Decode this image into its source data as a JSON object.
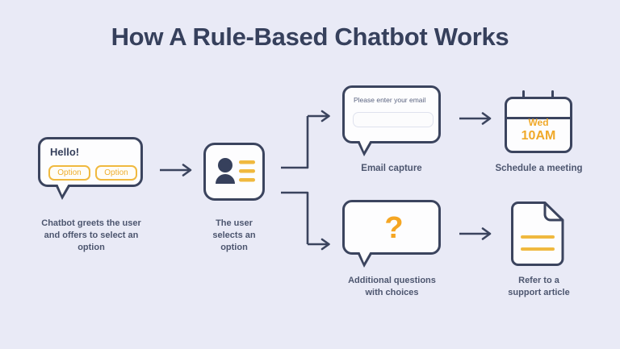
{
  "page": {
    "title": "How A Rule-Based Chatbot Works",
    "background_color": "#e9eaf6",
    "ink_color": "#3b445e",
    "accent_color": "#f0b93f",
    "text_color": "#4d566f"
  },
  "diagram": {
    "type": "flowchart",
    "nodes": [
      {
        "id": "greeting-bubble",
        "kind": "speech-bubble",
        "heading": "Hello!",
        "options": [
          "Option",
          "Option"
        ],
        "caption": "Chatbot greets the user and offers to select an option"
      },
      {
        "id": "user-select",
        "kind": "icon-card",
        "icon": "user-list-icon",
        "caption": "The user selects an option"
      },
      {
        "id": "email-capture",
        "kind": "speech-bubble",
        "prompt": "Please enter your email",
        "input_value": "",
        "input_placeholder": "",
        "caption": "Email capture"
      },
      {
        "id": "schedule-meeting",
        "kind": "calendar-icon",
        "day": "Wed",
        "time": "10AM",
        "caption": "Schedule a meeting"
      },
      {
        "id": "additional-questions",
        "kind": "speech-bubble",
        "symbol": "?",
        "caption": "Additional questions with choices"
      },
      {
        "id": "support-article",
        "kind": "document-icon",
        "caption": "Refer to a support article"
      }
    ],
    "edges": [
      {
        "from": "greeting-bubble",
        "to": "user-select",
        "style": "straight-arrow"
      },
      {
        "from": "user-select",
        "to": "email-capture",
        "style": "elbow-arrow-up"
      },
      {
        "from": "user-select",
        "to": "additional-questions",
        "style": "elbow-arrow-down"
      },
      {
        "from": "email-capture",
        "to": "schedule-meeting",
        "style": "straight-arrow"
      },
      {
        "from": "additional-questions",
        "to": "support-article",
        "style": "straight-arrow"
      }
    ]
  },
  "captions": {
    "greeting": "Chatbot greets the user\nand offers to select an\noption",
    "greeting_line1": "Chatbot greets the user",
    "greeting_line2": "and offers to select an",
    "greeting_line3": "option",
    "user_line1": "The user",
    "user_line2": "selects an",
    "user_line3": "option",
    "email": "Email capture",
    "schedule": "Schedule a meeting",
    "questions_line1": "Additional questions",
    "questions_line2": "with choices",
    "support_line1": "Refer to a",
    "support_line2": "support article"
  },
  "greeting": {
    "heading": "Hello!",
    "option_1": "Option",
    "option_2": "Option"
  },
  "email": {
    "prompt": "Please enter your email",
    "value": ""
  },
  "calendar": {
    "day": "Wed",
    "time": "10AM"
  },
  "question": {
    "symbol": "?"
  }
}
